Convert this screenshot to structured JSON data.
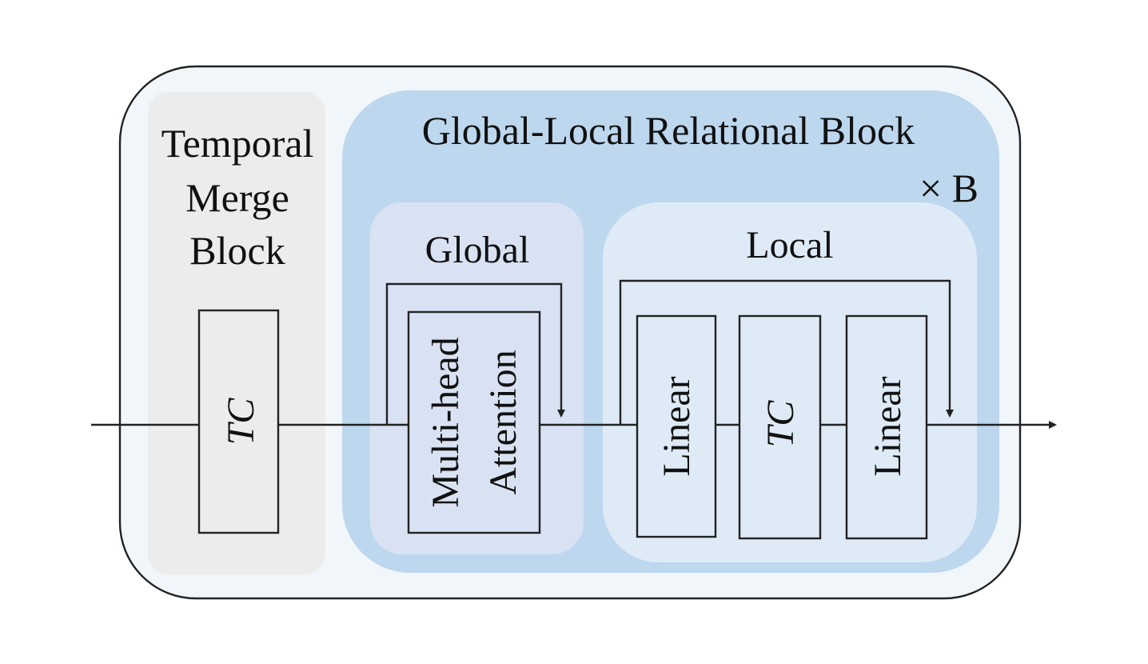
{
  "diagram": {
    "temporal_merge_block": {
      "title_lines": [
        "Temporal",
        "Merge",
        "Block"
      ],
      "tc_label": "TC"
    },
    "global_local_block": {
      "title": "Global-Local Relational Block",
      "repeat_label": "× B",
      "global": {
        "title": "Global",
        "attention_lines": [
          "Multi-head",
          "Attention"
        ]
      },
      "local": {
        "title": "Local",
        "modules": [
          "Linear",
          "TC",
          "Linear"
        ]
      }
    },
    "colors": {
      "outer_fill": "#f1f6fb",
      "temporal_fill": "#ececec",
      "glrb_fill": "#bdd7ee",
      "global_fill": "#d9e2f3",
      "local_fill": "#deebf7",
      "line": "#222222"
    }
  }
}
